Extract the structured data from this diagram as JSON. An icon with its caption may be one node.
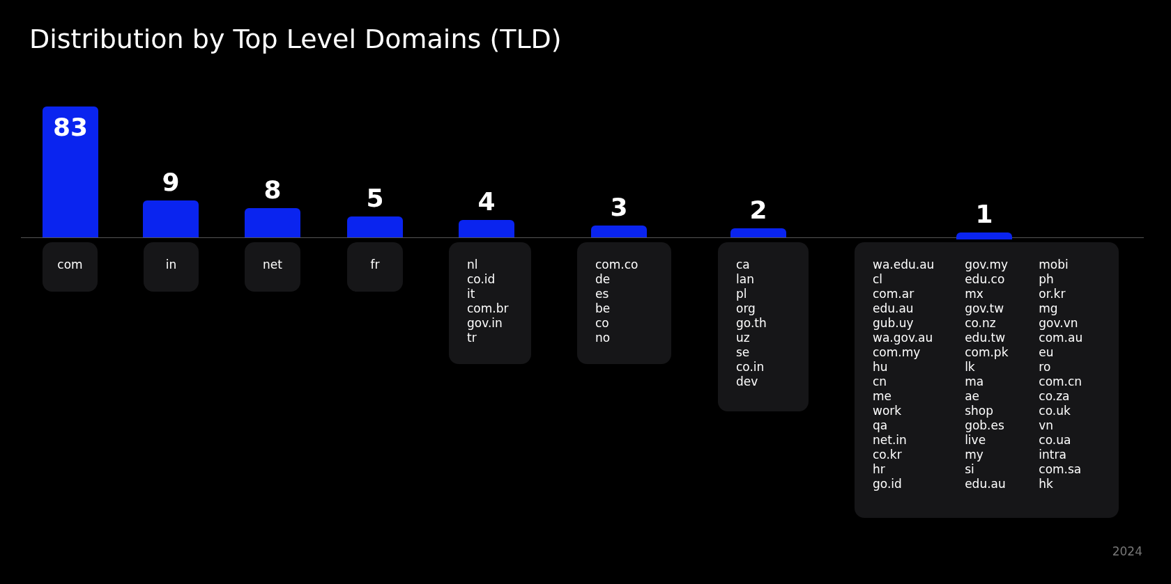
{
  "diagram": {
    "title": "Distribution by Top Level Domains (TLD)",
    "nodes": [
      {
        "text": [
          "83"
        ]
      },
      {
        "text": [],
        "shape": "bar",
        "beside": [
          "9"
        ]
      },
      {
        "text": [],
        "shape": "bar",
        "beside": [
          "8"
        ]
      },
      {
        "text": [],
        "shape": "bar",
        "beside": [
          "5"
        ]
      },
      {
        "text": [],
        "shape": "bar",
        "beside": [
          "4"
        ]
      },
      {
        "text": [],
        "shape": "bar",
        "beside": [
          "3"
        ]
      },
      {
        "text": [],
        "shape": "bar",
        "beside": [
          "2"
        ]
      },
      {
        "text": [],
        "shape": "bar",
        "beside": [
          "1"
        ]
      },
      {
        "text": [
          "com"
        ]
      },
      {
        "text": [
          "in"
        ]
      },
      {
        "text": [
          "net"
        ]
      },
      {
        "text": [
          "fr"
        ]
      },
      {
        "text": [
          "nl",
          "co.id",
          "it",
          "com.br",
          "gov.in",
          "tr"
        ]
      },
      {
        "text": [
          "com.co",
          "de",
          "es",
          "be",
          "co",
          "no"
        ]
      },
      {
        "text": [
          "ca",
          "lan",
          "pl",
          "org",
          "go.th",
          "uz",
          "se",
          "co.in",
          "dev"
        ]
      },
      {
        "text": [
          "wa.edu.au",
          "cl",
          "com.ar",
          "edu.au",
          "gub.uy",
          "wa.gov.au",
          "com.my",
          "hu",
          "cn",
          "me",
          "work",
          "qa",
          "net.in",
          "co.kr",
          "hr",
          "go.id",
          "gov.my",
          "edu.co",
          "mx",
          "gov.tw",
          "co.nz",
          "edu.tw",
          "com.pk",
          "lk",
          "ma",
          "ae",
          "shop",
          "gob.es",
          "live",
          "my",
          "si",
          "edu.au",
          "mobi",
          "ph",
          "or.kr",
          "mg",
          "gov.vn",
          "com.au",
          "eu",
          "ro",
          "com.cn",
          "co.za",
          "co.uk",
          "vn",
          "co.ua",
          "intra",
          "com.sa",
          "hk"
        ]
      }
    ],
    "labels": [
      "2024"
    ]
  }
}
